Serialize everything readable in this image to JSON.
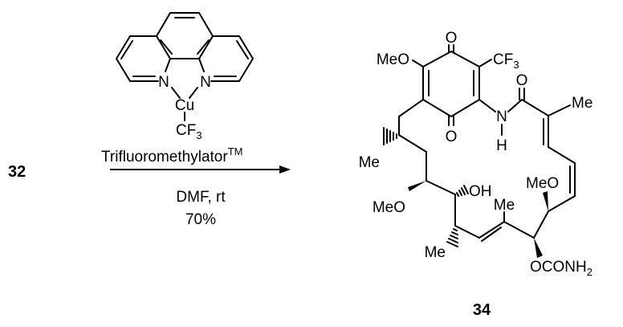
{
  "compounds": {
    "start": "32",
    "product": "34"
  },
  "reagent": {
    "metal": "Cu",
    "ligand_atom": "N",
    "cf3": "CF",
    "cf3_sub": "3",
    "name": "Trifluoromethylator",
    "trademark": "TM"
  },
  "conditions": {
    "solvent_temp": "DMF, rt",
    "yield": "70%"
  },
  "product_labels": {
    "o": "O",
    "cf3": "CF",
    "cf3_sub": "3",
    "ome": "MeO",
    "me": "Me",
    "nh_n": "N",
    "nh_h": "H",
    "oh": "OH",
    "oconh2": "OCONH",
    "nh2_sub": "2"
  },
  "colors": {
    "ink": "#000000",
    "background": "#ffffff"
  }
}
